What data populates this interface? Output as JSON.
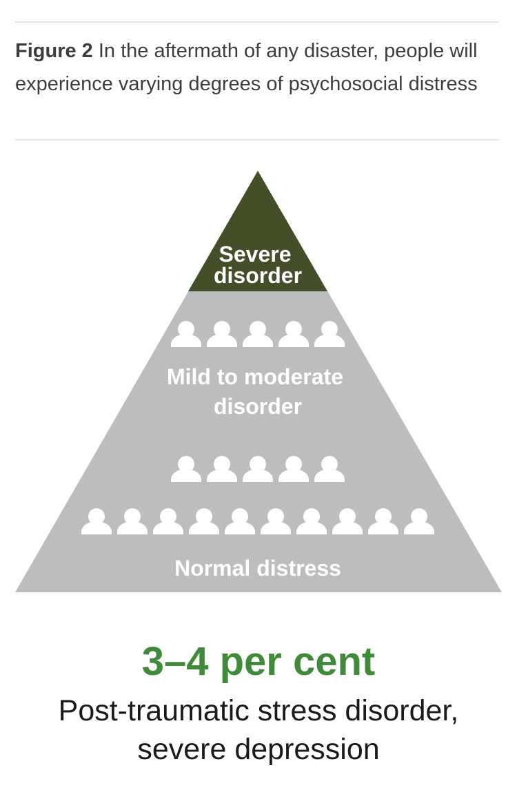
{
  "caption": {
    "label": "Figure 2",
    "text": "In the aftermath of any disaster, people will experience varying degrees of psychosocial distress"
  },
  "pyramid": {
    "tiers": [
      {
        "label_lines": [
          "Severe",
          "disorder"
        ],
        "people": 0
      },
      {
        "label_lines": [
          "Mild to moderate",
          "disorder"
        ],
        "people": 5
      },
      {
        "label_lines": [
          "Normal distress"
        ],
        "people": 15
      }
    ],
    "colors": {
      "top": "#424f28",
      "base": "#bcbdbf",
      "text": "#ffffff"
    },
    "icon": "person-icon"
  },
  "stat": {
    "value": "3–4 per cent",
    "description_lines": [
      "Post-traumatic stress disorder,",
      "severe depression"
    ]
  },
  "colors": {
    "accent": "#3f8b3a"
  }
}
